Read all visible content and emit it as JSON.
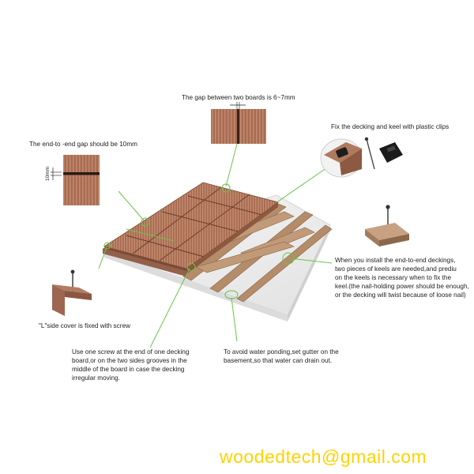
{
  "notes": {
    "gap_between_boards": "The gap between two boards is 6~7mm",
    "end_to_end_gap": "The end-to -end gap should be 10mm",
    "dimension_label": "10mm",
    "plastic_clips": "Fix the decking and keel with plastic clips",
    "end_to_end_keels": [
      "When you install the end-to-end deckings,",
      "two pieces of keels are needed,and prediu",
      "on the keels is necessary when to fix the",
      "keel.(the nail-holding power should be enough,",
      "or the decking will twist because of loose nail)"
    ],
    "l_side_cover": "\"L\"side cover is fixed with screw",
    "screw_note": [
      "Use one screw at the end of one decking",
      "board,or on the two sides grooves in the",
      "middle of the board in case the decking",
      "irregular moving."
    ],
    "water_note": [
      "To avoid water ponding,set gutter on the",
      "basement,so that water can drain out."
    ]
  },
  "watermark": "woodedtech@gmail.com",
  "colors": {
    "decking": "#a86c52",
    "decking_dark": "#7a4a36",
    "keel": "#b48c6a",
    "leader_line": "#6cc24a",
    "slab": "#eeeeee",
    "watermark": "#ffd200"
  },
  "icons": [
    "screw-icon",
    "plastic-clip-icon",
    "l-side-cover-icon",
    "keel-section-icon",
    "decking-gap-detail-icon"
  ]
}
